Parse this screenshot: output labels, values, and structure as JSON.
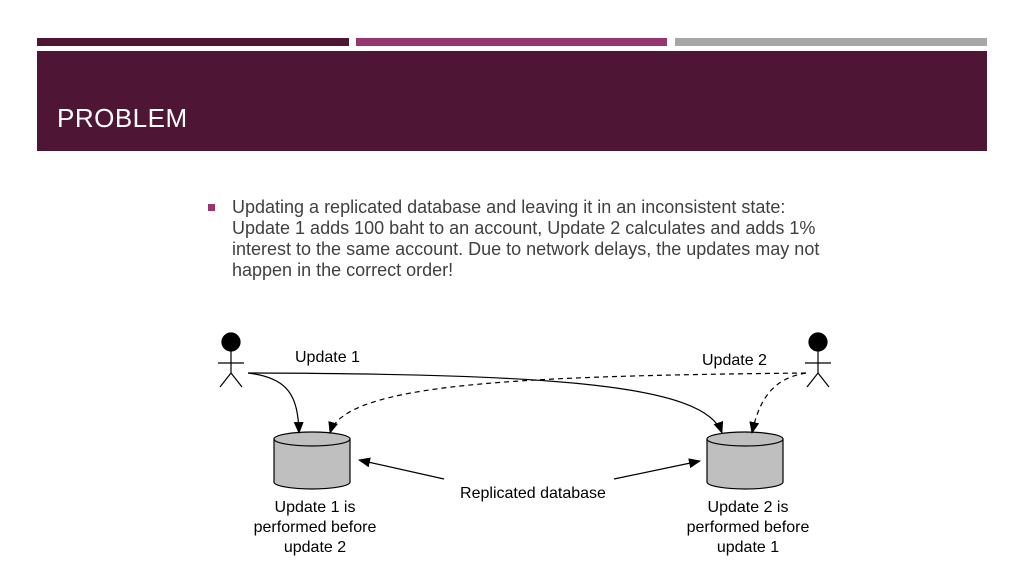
{
  "header": {
    "title": "PROBLEM",
    "colors": {
      "dark": "#4f1535",
      "accent": "#96356e",
      "gray": "#a6a6a6"
    }
  },
  "bullet": {
    "text": "Updating a replicated database and leaving it in an inconsistent state: Update 1 adds 100 baht to an account, Update 2 calculates and adds 1% interest to the same account.  Due to network delays, the updates may not happen in the correct order!"
  },
  "diagram": {
    "update1_label": "Update 1",
    "update2_label": "Update 2",
    "replicated_label": "Replicated database",
    "left_db_caption": [
      "Update 1 is",
      "performed before",
      "update 2"
    ],
    "right_db_caption": [
      "Update 2 is",
      "performed before",
      "update 1"
    ]
  }
}
